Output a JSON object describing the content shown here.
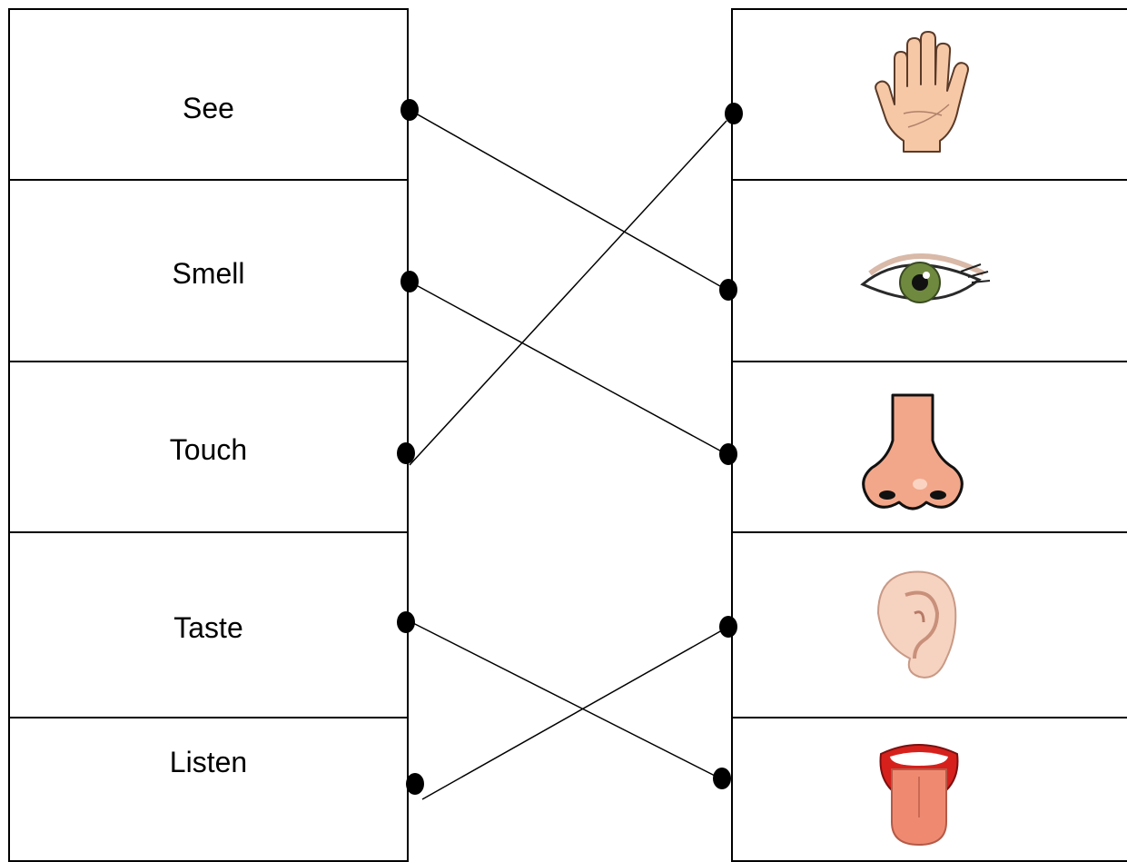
{
  "senses": [
    "See",
    "Smell",
    "Touch",
    "Taste",
    "Listen"
  ],
  "pictures": [
    {
      "icon": "hand-icon"
    },
    {
      "icon": "eye-icon"
    },
    {
      "icon": "nose-icon"
    },
    {
      "icon": "ear-icon"
    },
    {
      "icon": "tongue-icon"
    }
  ],
  "matches": [
    {
      "sense": "See",
      "picture": "eye-icon"
    },
    {
      "sense": "Smell",
      "picture": "nose-icon"
    },
    {
      "sense": "Touch",
      "picture": "hand-icon"
    },
    {
      "sense": "Taste",
      "picture": "tongue-icon"
    },
    {
      "sense": "Listen",
      "picture": "ear-icon"
    }
  ],
  "colors": {
    "skin": "#f6c8a6",
    "skin_outline": "#5a3a28",
    "iris": "#6f8a3e",
    "lips": "#d6201c",
    "tongue": "#ef8a70"
  }
}
